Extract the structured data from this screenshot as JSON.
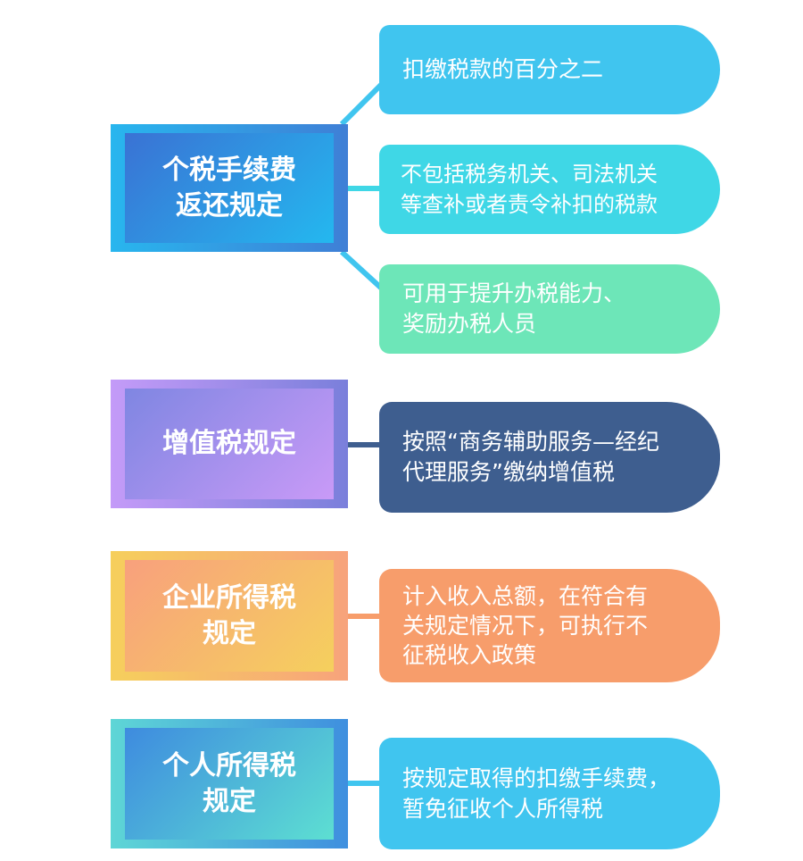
{
  "groups": [
    {
      "topic": [
        "个税手续费",
        "返还规定"
      ],
      "items": [
        [
          "扣缴税款的百分之二"
        ],
        [
          "不包括税务机关、司法机关",
          "等查补或者责令补扣的税款"
        ],
        [
          "可用于提升办税能力、",
          "奖励办税人员"
        ]
      ]
    },
    {
      "topic": [
        "增值税规定"
      ],
      "items": [
        [
          "按照“商务辅助服务—经纪",
          "代理服务”缴纳增值税"
        ]
      ]
    },
    {
      "topic": [
        "企业所得税",
        "规定"
      ],
      "items": [
        [
          "计入收入总额，在符合有",
          "关规定情况下，可执行不",
          "征税收入政策"
        ]
      ]
    },
    {
      "topic": [
        "个人所得税",
        "规定"
      ],
      "items": [
        [
          "按规定取得的扣缴手续费，",
          "暂免征收个人所得税"
        ]
      ]
    }
  ],
  "colors": {
    "connector_blue": "#40c5ef",
    "connector_navy": "#3e5e8f",
    "connector_orange": "#f79d6b"
  }
}
